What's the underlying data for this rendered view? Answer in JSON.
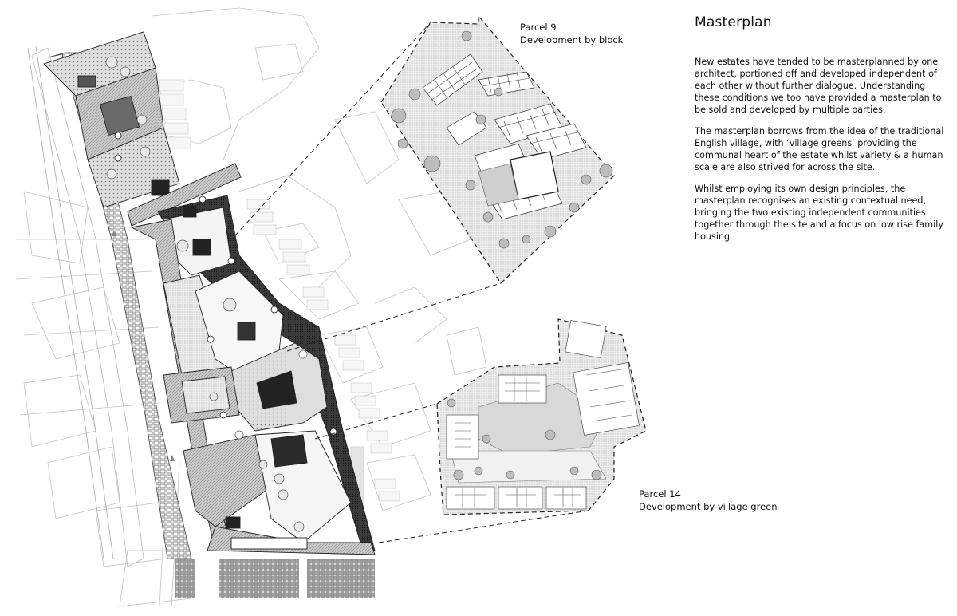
{
  "heading": "Masterplan",
  "paragraphs": [
    "New estates have tended to be masterplanned by one architect, portioned off and developed independent of each other without further dialogue.  Understanding these conditions we too have provided a masterplan to be sold and developed by multiple parties.",
    "The masterplan borrows from the idea of the traditional English village, with ‘village greens’ providing the communal heart of the estate whilst variety & a human scale are also strived for across the site.",
    "Whilst employing its own design principles, the masterplan recognises an existing contextual need, bringing the two existing independent communities together through the site and a focus on low rise family housing."
  ],
  "parcel9": {
    "name": "Parcel 9",
    "caption": "Development by block"
  },
  "parcel14": {
    "name": "Parcel 14",
    "caption": "Development by village green"
  },
  "colors": {
    "ink": "#111111",
    "context_lines": "#bdbdbd",
    "dark_fill": "#2a2a2a",
    "mid_fill": "#8c8c8c",
    "light_fill": "#d6d6d6"
  }
}
